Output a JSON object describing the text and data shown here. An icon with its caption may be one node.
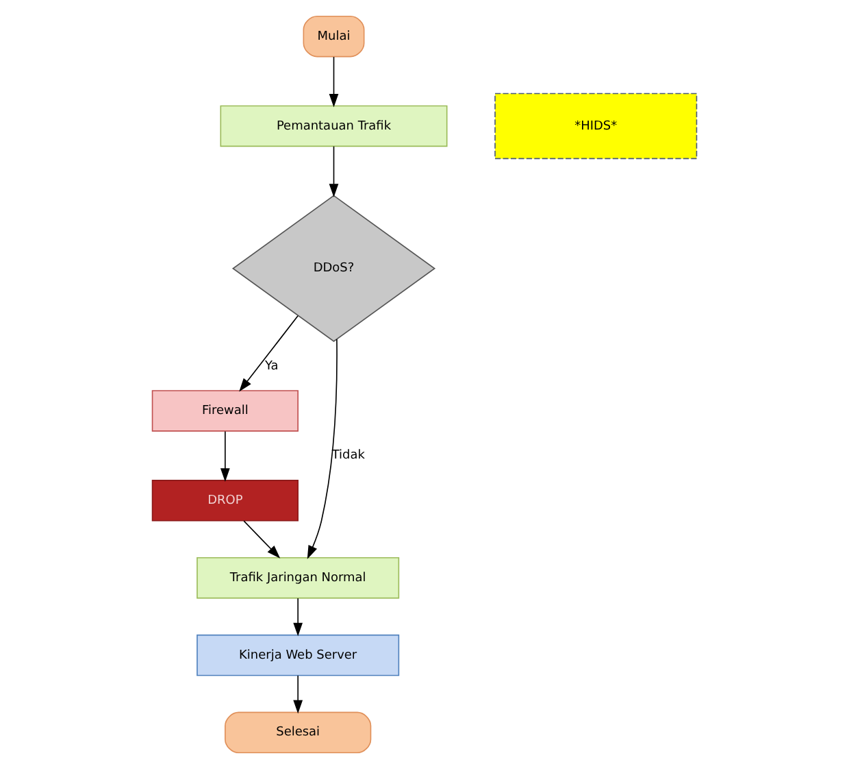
{
  "diagram": {
    "nodes": [
      {
        "text": [
          "Mulai"
        ]
      },
      {
        "text": [
          "*HIDS*"
        ]
      },
      {
        "text": [
          "Pemantauan Trafik"
        ]
      },
      {
        "text": [
          "DDoS?"
        ]
      },
      {
        "text": [
          "Firewall"
        ]
      },
      {
        "text": [
          "DROP"
        ]
      },
      {
        "text": [
          "Trafik Jaringan Normal"
        ]
      },
      {
        "text": [
          "Kinerja Web Server"
        ]
      },
      {
        "text": [
          "Selesai"
        ]
      }
    ],
    "edges": [
      {
        "from": 0,
        "to": 2,
        "arrow": "to"
      },
      {
        "from": 2,
        "to": 3,
        "arrow": "to"
      },
      {
        "from": 3,
        "to": 4,
        "arrow": "to",
        "label": "Ya"
      },
      {
        "from": 4,
        "to": 5,
        "arrow": "to"
      },
      {
        "from": 5,
        "to": 6,
        "arrow": "to"
      },
      {
        "from": 3,
        "to": 6,
        "arrow": "to",
        "label": "Tidak"
      },
      {
        "from": 6,
        "to": 7,
        "arrow": "to"
      },
      {
        "from": 7,
        "to": 8,
        "arrow": "to"
      }
    ]
  }
}
